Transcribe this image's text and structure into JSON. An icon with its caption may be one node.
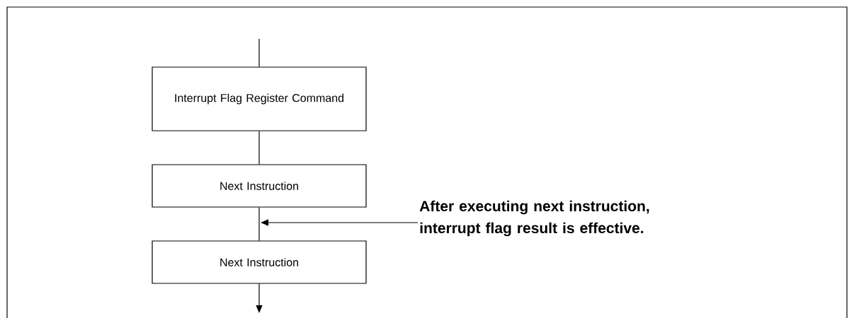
{
  "diagram": {
    "nodes": [
      {
        "text": [
          "Interrupt Flag Register Command"
        ]
      },
      {
        "text": [
          "Next Instruction"
        ]
      },
      {
        "text": [
          "Next Instruction"
        ]
      },
      {
        "text": [
          "After executing next instruction, interrupt flag result is effective."
        ]
      }
    ],
    "edges": [
      {
        "from": null,
        "to": 0,
        "arrow": "none"
      },
      {
        "from": 0,
        "to": 1,
        "arrow": "none"
      },
      {
        "from": 1,
        "to": 2,
        "arrow": "none"
      },
      {
        "from": 2,
        "to": null,
        "arrow": "to"
      },
      {
        "from": 3,
        "to": null,
        "arrow": "to"
      }
    ]
  }
}
